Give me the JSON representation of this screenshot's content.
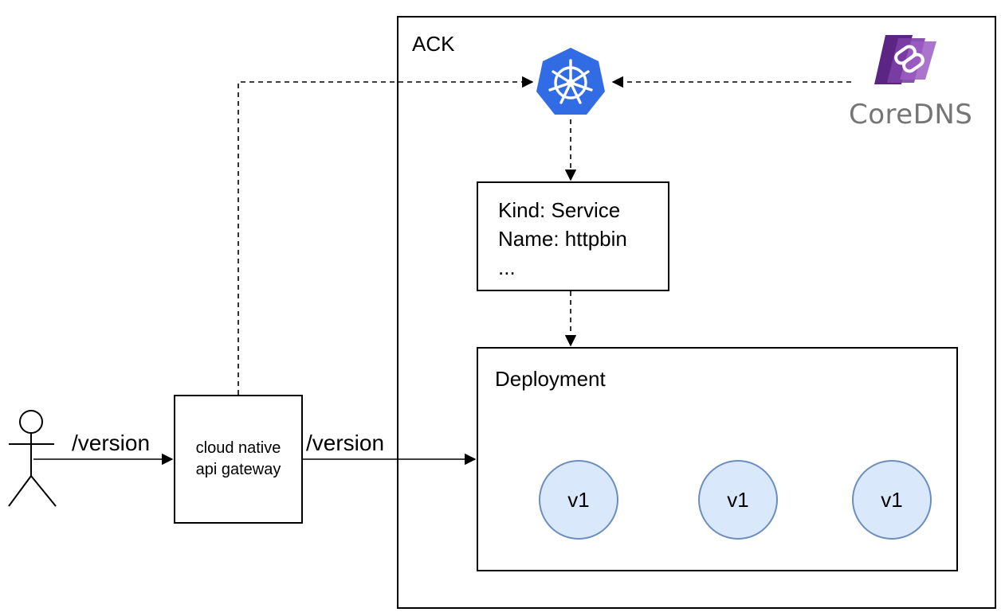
{
  "ack": {
    "label": "ACK"
  },
  "gateway": {
    "line1": "cloud native",
    "line2": "api gateway"
  },
  "service": {
    "line1": "Kind: Service",
    "line2": "Name: httpbin",
    "line3": "..."
  },
  "deployment": {
    "label": "Deployment",
    "pods": [
      "v1",
      "v1",
      "v1"
    ]
  },
  "edges": {
    "user_to_gateway": "/version",
    "gateway_to_deployment": "/version"
  },
  "coredns": {
    "wordmark": "CoreDNS"
  },
  "colors": {
    "kubernetes_blue": "#326CE5",
    "pod_fill": "#dae8fc",
    "pod_stroke": "#6c8ebf",
    "coredns_purple": "#6a2c91",
    "coredns_text": "#757575"
  },
  "icons": {
    "kubernetes": "kubernetes-helm-icon",
    "coredns": "coredns-chain-icon",
    "user": "stick-figure-icon"
  }
}
